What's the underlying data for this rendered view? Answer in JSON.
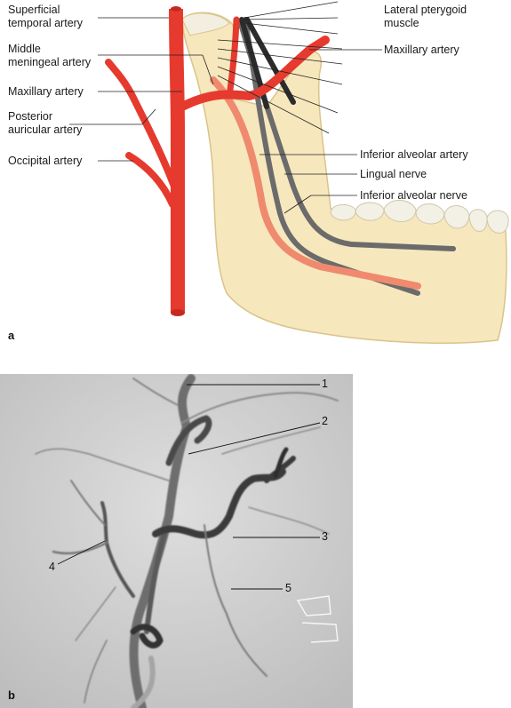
{
  "panel_a": {
    "letter": "a",
    "labels": {
      "superficial_temporal_1": "Superficial",
      "superficial_temporal_2": "temporal artery",
      "middle_meningeal_1": "Middle",
      "middle_meningeal_2": "meningeal artery",
      "maxillary_left": "Maxillary artery",
      "posterior_auricular_1": "Posterior",
      "posterior_auricular_2": "auricular artery",
      "occipital": "Occipital artery",
      "lateral_pterygoid_1": "Lateral pterygoid",
      "lateral_pterygoid_2": "muscle",
      "maxillary_right": "Maxillary artery",
      "inferior_alveolar_artery": "Inferior alveolar artery",
      "lingual_nerve": "Lingual nerve",
      "inferior_alveolar_nerve": "Inferior alveolar nerve"
    },
    "colors": {
      "artery": "#e63a2e",
      "artery_light": "#ef8a6f",
      "bone": "#f6e7bd",
      "bone_edge": "#d9c48a",
      "nerve_dark": "#2b2b2b",
      "nerve_gray": "#6b6b6b",
      "tooth": "#f3f0e6"
    }
  },
  "panel_b": {
    "letter": "b",
    "numbers": [
      "1",
      "2",
      "3",
      "4",
      "5"
    ]
  }
}
